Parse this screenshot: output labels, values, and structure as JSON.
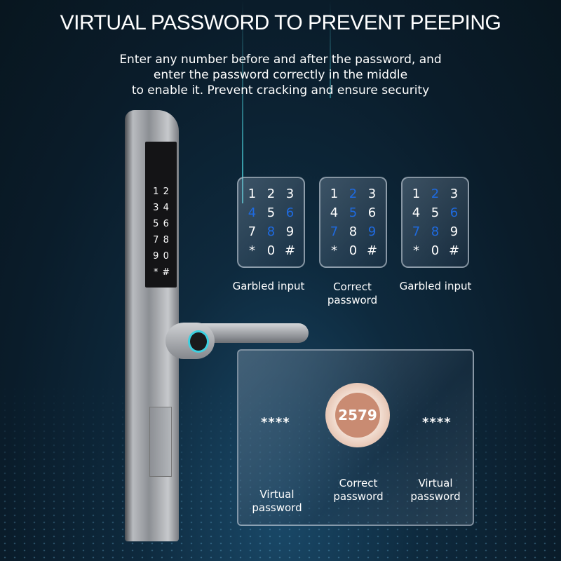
{
  "title": "VIRTUAL PASSWORD TO PREVENT PEEPING",
  "subtitle": [
    "Enter any number before and after the password, and",
    "enter the password correctly in the middle",
    "to enable it. Prevent cracking and ensure security"
  ],
  "lock_keys": [
    "1",
    "2",
    "3",
    "4",
    "5",
    "6",
    "7",
    "8",
    "9",
    "0",
    "*",
    "#"
  ],
  "keypads": [
    {
      "caption": "Garbled input",
      "keys": [
        "1",
        "2",
        "3",
        "4",
        "5",
        "6",
        "7",
        "8",
        "9",
        "*",
        "0",
        "#"
      ],
      "highlighted": [
        "4",
        "6",
        "8"
      ]
    },
    {
      "caption": "Correct password",
      "keys": [
        "1",
        "2",
        "3",
        "4",
        "5",
        "6",
        "7",
        "8",
        "9",
        "*",
        "0",
        "#"
      ],
      "highlighted": [
        "2",
        "5",
        "7",
        "9"
      ]
    },
    {
      "caption": "Garbled input",
      "keys": [
        "1",
        "2",
        "3",
        "4",
        "5",
        "6",
        "7",
        "8",
        "9",
        "*",
        "0",
        "#"
      ],
      "highlighted": [
        "2",
        "6",
        "7",
        "8"
      ]
    }
  ],
  "highlight_color": "#1e6ae0",
  "panel": {
    "left_mask": "****",
    "password": "2579",
    "right_mask": "****",
    "labels": [
      "Virtual password",
      "Correct password",
      "Virtual password"
    ]
  }
}
